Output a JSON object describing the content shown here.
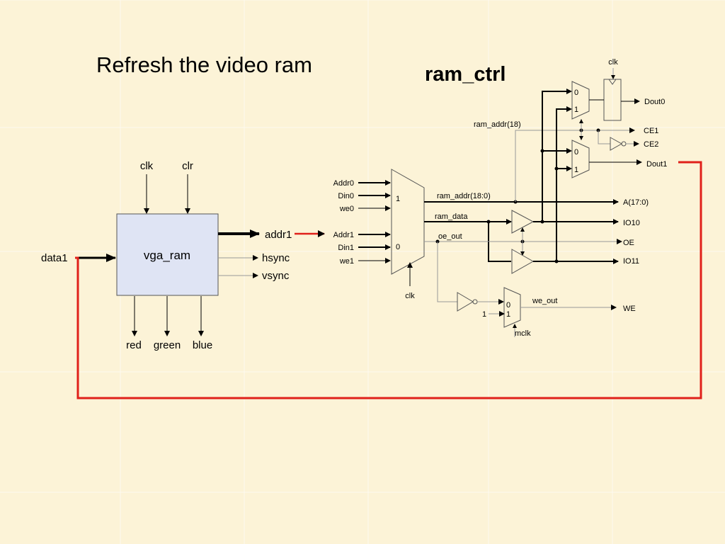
{
  "slide": {
    "title": "Refresh the video ram",
    "subtitle": "ram_ctrl"
  },
  "vga_ram": {
    "block_label": "vga_ram",
    "inputs": {
      "clk": "clk",
      "clr": "clr",
      "data": "data1"
    },
    "outputs": {
      "addr": "addr1",
      "hsync": "hsync",
      "vsync": "vsync",
      "red": "red",
      "green": "green",
      "blue": "blue"
    }
  },
  "ram_ctrl": {
    "mux_inputs": [
      "Addr0",
      "Din0",
      "we0",
      "Addr1",
      "Din1",
      "we1"
    ],
    "mux_select_labels": {
      "one": "1",
      "zero": "0"
    },
    "clk": "clk",
    "signals": {
      "ram_addr_18": "ram_addr(18)",
      "ram_addr_18_0": "ram_addr(18:0)",
      "ram_data": "ram_data",
      "oe_out": "oe_out",
      "we_out": "we_out",
      "mclk": "mclk",
      "one": "1"
    },
    "outputs": [
      "Dout0",
      "CE1",
      "CE2",
      "Dout1",
      "A(17:0)",
      "IO10",
      "OE",
      "IO11",
      "WE"
    ],
    "mux_small": {
      "zero": "0",
      "one": "1"
    }
  },
  "colors": {
    "background": "#fcf3d7",
    "block_fill": "#dfe4f4",
    "feedback_wire": "#e0201a",
    "gray_wire": "#999999"
  }
}
